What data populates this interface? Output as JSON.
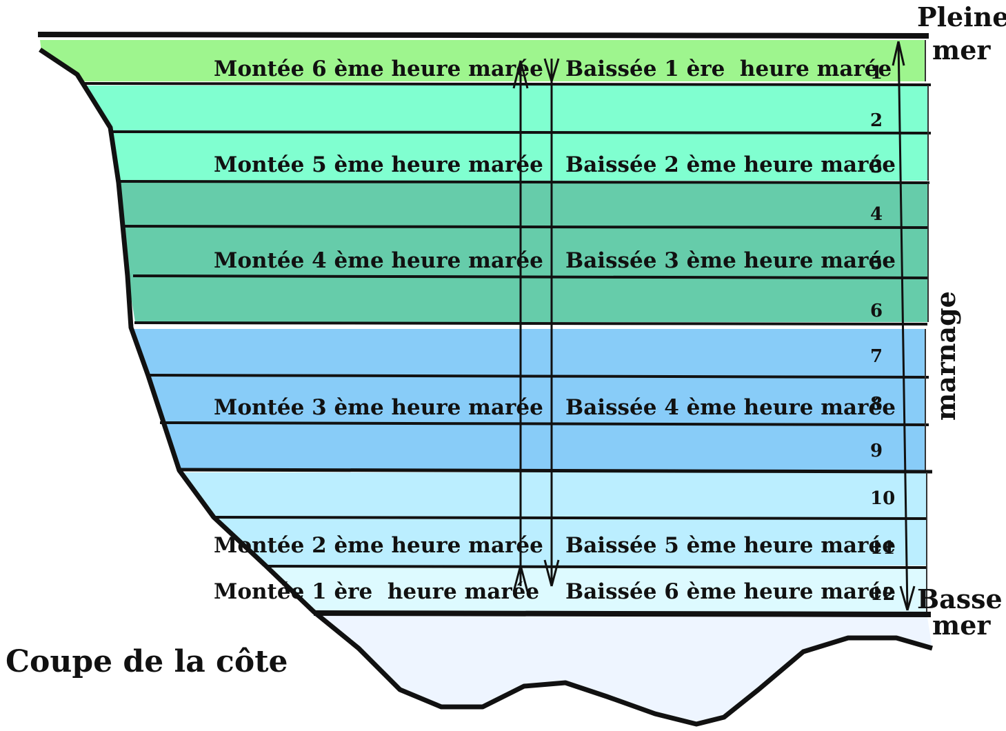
{
  "title": "Coupe de la côte",
  "pleine_mer": [
    "Pleine",
    "mer"
  ],
  "basse_mer": [
    "Basse",
    "mer"
  ],
  "marnage": "marnage",
  "rows": [
    {
      "number": "1",
      "montee": "Montée 6 ème heure marée",
      "baissee": "Baissée 1 ère  heure marée"
    },
    {
      "number": "2",
      "montee": "",
      "baissee": ""
    },
    {
      "number": "3",
      "montee": "Montée 5 ème heure marée",
      "baissee": "Baissée 2 ème heure marée"
    },
    {
      "number": "4",
      "montee": "",
      "baissee": ""
    },
    {
      "number": "5",
      "montee": "Montée 4 ème heure marée",
      "baissee": "Baissée 3 ème heure marée"
    },
    {
      "number": "6",
      "montee": "",
      "baissee": ""
    },
    {
      "number": "7",
      "montee": "",
      "baissee": ""
    },
    {
      "number": "8",
      "montee": "Montée 3 ème heure marée",
      "baissee": "Baissée 4 ème heure marée"
    },
    {
      "number": "9",
      "montee": "",
      "baissee": ""
    },
    {
      "number": "10",
      "montee": "",
      "baissee": ""
    },
    {
      "number": "11",
      "montee": "Montée 2 ème heure marée",
      "baissee": "Baissée 5 ème heure marée"
    },
    {
      "number": "12",
      "montee": "Montée 1 ère  heure marée",
      "baissee": "Baissée 6 ème heure marée"
    }
  ],
  "colors": {
    "band_hour_6": "#9ef58e",
    "band_hour_5": "#80ffd0",
    "band_hour_4": "#66ccaa",
    "band_hour_3": "#88ccf8",
    "band_hour_2": "#bbeeff",
    "band_hour_1": "#ddfaff",
    "ground": "#eef5ff",
    "lines": "#111111"
  }
}
